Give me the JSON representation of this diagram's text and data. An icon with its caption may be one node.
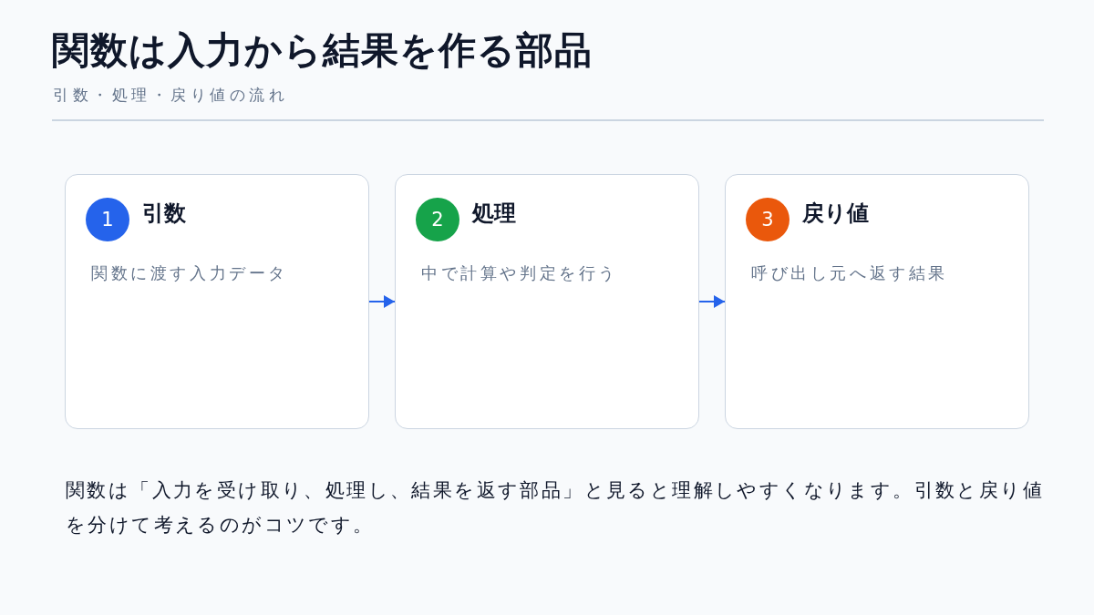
{
  "diagram": {
    "title": "関数は入力から結果を作る部品",
    "caption": "関数は「入力を受け取り、処理し、結果を返す部品」と見ると理解しやすくなります。引数と戻り値を分けて考えるのがコツです。",
    "nodes": [
      {
        "text": [
          "引数",
          "関数に渡す入力データ"
        ]
      },
      {
        "text": [
          "1"
        ],
        "in": 0
      },
      {
        "text": [
          "処理",
          "中で計算や判定を行う"
        ]
      },
      {
        "text": [
          "2"
        ],
        "in": 2
      },
      {
        "text": [
          "戻り値",
          "呼び出し元へ返す結果"
        ]
      },
      {
        "text": [
          "3"
        ],
        "in": 4
      }
    ],
    "edges": [
      {
        "from": 0,
        "to": 2,
        "arrow": "to"
      },
      {
        "from": 2,
        "to": 4,
        "arrow": "to"
      }
    ],
    "labels": [
      "引数・処理・戻り値の流れ"
    ]
  }
}
